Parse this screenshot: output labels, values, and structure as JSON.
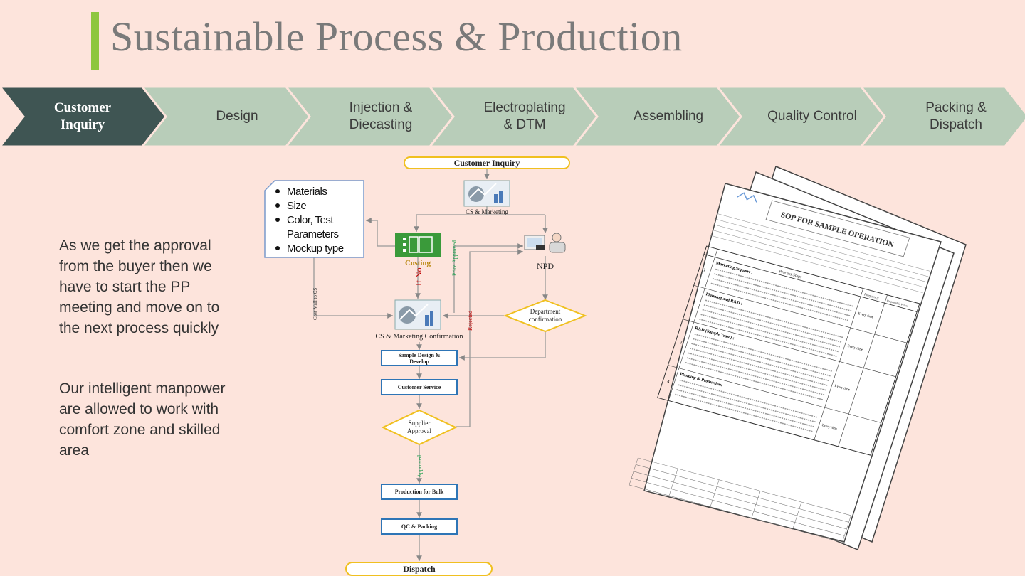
{
  "title": "Sustainable Process & Production",
  "process_steps": [
    {
      "label_lines": [
        "Customer",
        "Inquiry"
      ],
      "active": true
    },
    {
      "label_lines": [
        "Design"
      ],
      "active": false
    },
    {
      "label_lines": [
        "Injection &",
        "Diecasting"
      ],
      "active": false
    },
    {
      "label_lines": [
        "Electroplating",
        "& DTM"
      ],
      "active": false
    },
    {
      "label_lines": [
        "Assembling"
      ],
      "active": false
    },
    {
      "label_lines": [
        "Quality Control"
      ],
      "active": false
    },
    {
      "label_lines": [
        "Packing &",
        "Dispatch"
      ],
      "active": false
    }
  ],
  "colors": {
    "active_step": "#3f5553",
    "step": "#b8cdb9",
    "accent_bar": "#8dc63f",
    "flow_box": "#2e75b6",
    "flow_terminal": "#f0c020",
    "background": "#fde4dc"
  },
  "paragraphs": [
    "As we get the approval from the buyer then we have to start the PP meeting and move on to the next process quickly",
    "Our intelligent manpower are allowed to work with comfort zone and skilled area"
  ],
  "flowchart": {
    "start": "Customer Inquiry",
    "cs_marketing": "CS & Marketing",
    "costing": "Costing",
    "npd": "NPD",
    "checklist": [
      "Materials",
      "Size",
      "Color, Test Parameters",
      "Mockup type"
    ],
    "cs_confirmation": "CS & Marketing Confirmation",
    "department_confirmation": [
      "Department",
      "confirmation"
    ],
    "sample_design": [
      "Sample Design &",
      "Develop"
    ],
    "customer_service": "Customer Service",
    "supplier_approval": [
      "Supplier",
      "Approval"
    ],
    "production_bulk": "Production for Bulk",
    "qc_packing": "QC & Packing",
    "end": "Dispatch",
    "labels": {
      "if_no": "If No",
      "price_approved": "Price Approved",
      "cost_mail": "Cost Mail to CS",
      "rejected": "Rejected",
      "approved": "Approved"
    }
  },
  "sop_document": {
    "heading": "SOP FOR SAMPLE OPERATION",
    "col_steps": "Process Steps",
    "col_frequency": "Frequency",
    "col_responsible": "Responsible Person",
    "sections": [
      "Marketing Support :",
      "Planning and R&D :",
      "R&D (Sample Team) :",
      "Planning & Production:"
    ],
    "frequency": "Every time"
  }
}
